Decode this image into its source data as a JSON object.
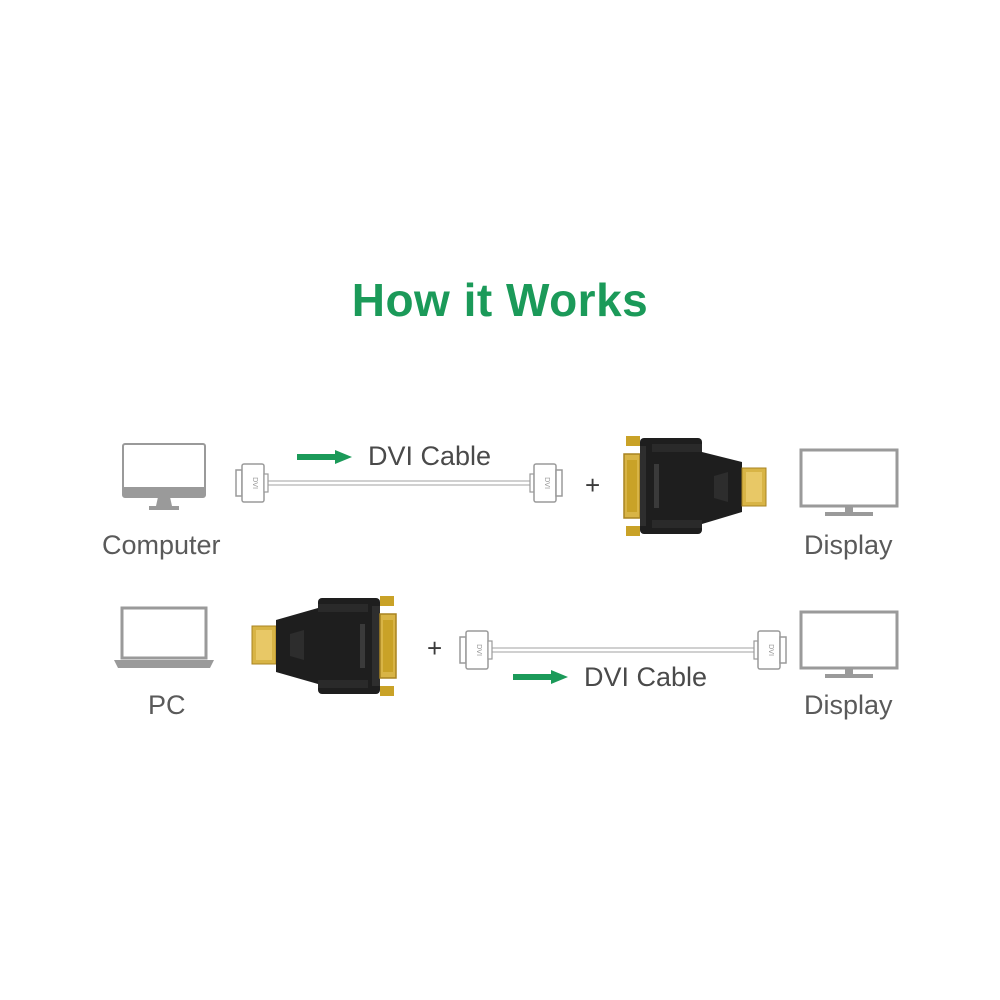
{
  "title": "How it Works",
  "colors": {
    "title": "#1b9a59",
    "arrow": "#1b9a59",
    "device_icon": "#9a9a9a",
    "adapter_body": "#1e1e1e",
    "connector_gold": "#c9a227"
  },
  "rows": [
    {
      "source_label": "Computer",
      "source_icon": "desktop-monitor-icon",
      "cable_label": "DVI Cable",
      "plus": "+",
      "target_label": "Display",
      "target_icon": "display-monitor-icon"
    },
    {
      "source_label": "PC",
      "source_icon": "laptop-icon",
      "plus": "+",
      "cable_label": "DVI Cable",
      "target_label": "Display",
      "target_icon": "display-monitor-icon"
    }
  ],
  "connector_text": "DVI"
}
